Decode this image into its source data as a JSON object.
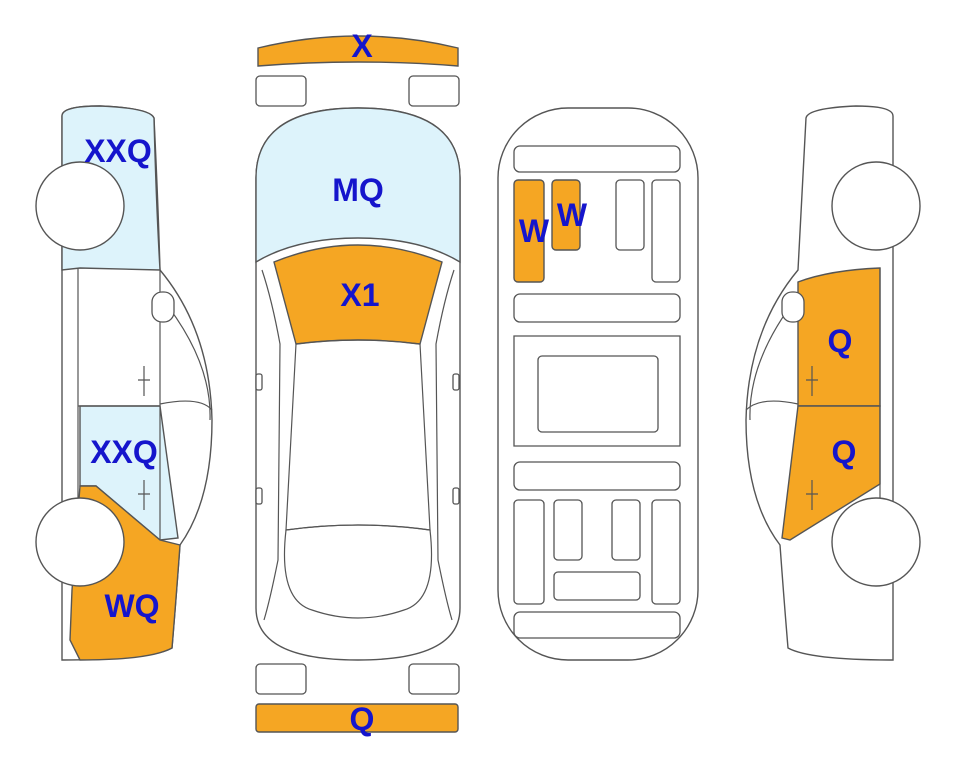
{
  "colors": {
    "damage_orange": "#F5A623",
    "light_blue": "#DDF3FB",
    "label_blue": "#1515CC",
    "outline": "#555555"
  },
  "labels": {
    "front_bumper": "X",
    "left_front_fender": "XXQ",
    "left_rear_door": "XXQ",
    "left_rear_quarter": "WQ",
    "hood": "MQ",
    "windshield": "X1",
    "floor_left": "W",
    "floor_right": "W",
    "right_front_door": "Q",
    "right_rear_door": "Q",
    "rear_bumper": "Q"
  }
}
